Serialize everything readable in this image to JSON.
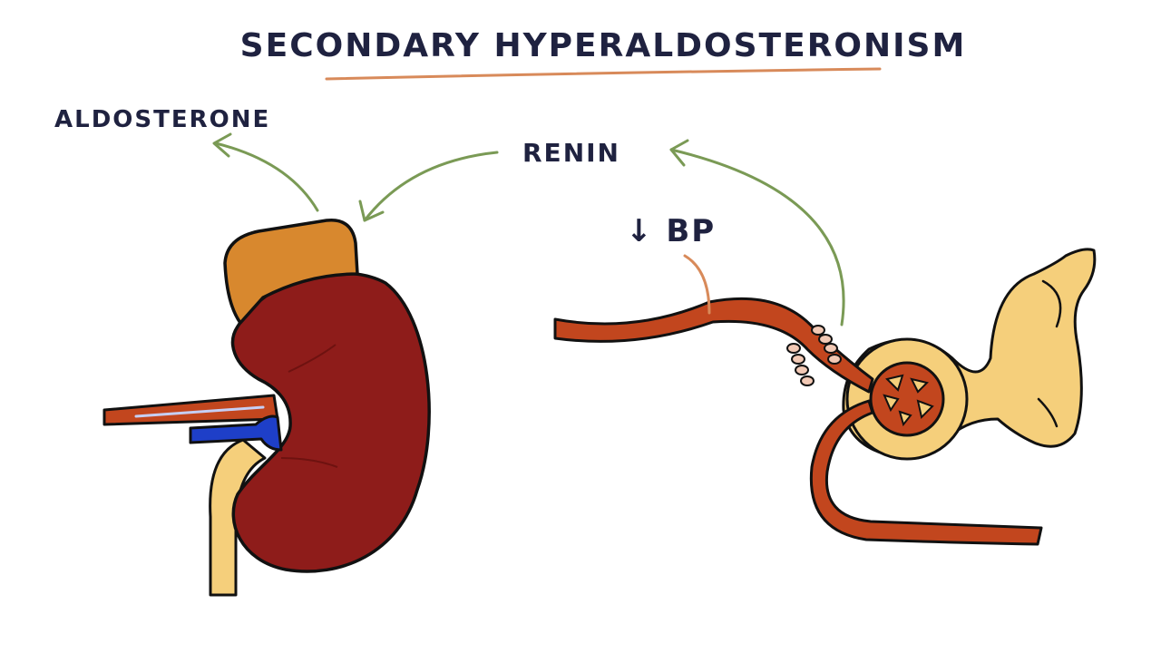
{
  "title": "SECONDARY HYPERALDOSTERONISM",
  "labels": {
    "aldosterone": "ALDOSTERONE",
    "renin": "RENIN",
    "bp": "↓ BP"
  },
  "colors": {
    "ink": "#1f2240",
    "title_underline": "#d88a5a",
    "arrow": "#7a9a55",
    "kidney": "#8e1c1a",
    "adrenal": "#d8882e",
    "artery": "#c2461e",
    "vein": "#1e3fc8",
    "tubule": "#f5cf7b",
    "jg_cells": "#f2c9b5"
  }
}
